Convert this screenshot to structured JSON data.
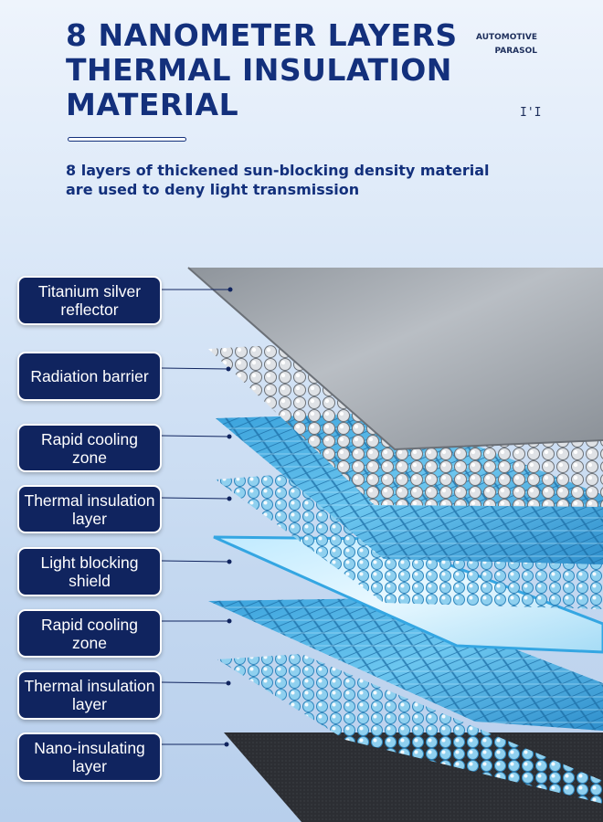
{
  "header": {
    "title_lines": [
      "8 NANOMETER LAYERS",
      "THERMAL INSULATION",
      "MATERIAL"
    ],
    "brand_lines": [
      "AUTOMOTIVE",
      "PARASOL"
    ],
    "mark": "I'I",
    "subtitle_lines": [
      "8 layers of thickened sun-blocking density material",
      "are used to deny light transmission"
    ]
  },
  "layers": [
    {
      "label": "Titanium silver reflector"
    },
    {
      "label": "Radiation barrier"
    },
    {
      "label": "Rapid cooling zone"
    },
    {
      "label": "Thermal insulation layer"
    },
    {
      "label": "Light blocking shield"
    },
    {
      "label": "Rapid cooling zone"
    },
    {
      "label": "Thermal insulation layer"
    },
    {
      "label": "Nano-insulating layer"
    }
  ],
  "colors": {
    "title": "#13307c",
    "label_bg": "#10245f",
    "silver": "#a8adb3",
    "blue": "#4fb4e6",
    "light_blue": "#8fd3f5",
    "dark": "#2a2c31"
  }
}
